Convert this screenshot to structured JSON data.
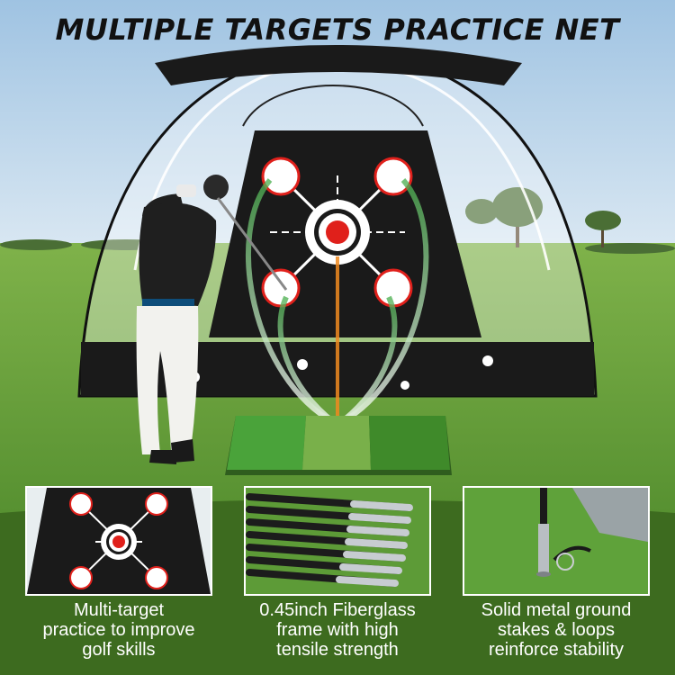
{
  "headline": "MULTIPLE TARGETS PRACTICE NET",
  "features": [
    {
      "icon": "target-net-icon",
      "lines": [
        "Multi-target",
        "practice to improve",
        "golf skills"
      ]
    },
    {
      "icon": "fiberglass-poles-icon",
      "lines": [
        "0.45inch Fiberglass",
        "frame with high",
        "tensile strength"
      ]
    },
    {
      "icon": "ground-stake-icon",
      "lines": [
        "Solid metal ground",
        "stakes & loops",
        "reinforce stability"
      ]
    }
  ],
  "colors": {
    "sky": "#bcd6ea",
    "grass": "#4f8f2c",
    "net_panel": "#1a1a1a",
    "bullseye": "#e0201b",
    "band": "#3d6b1f",
    "text_light": "#ffffff"
  }
}
